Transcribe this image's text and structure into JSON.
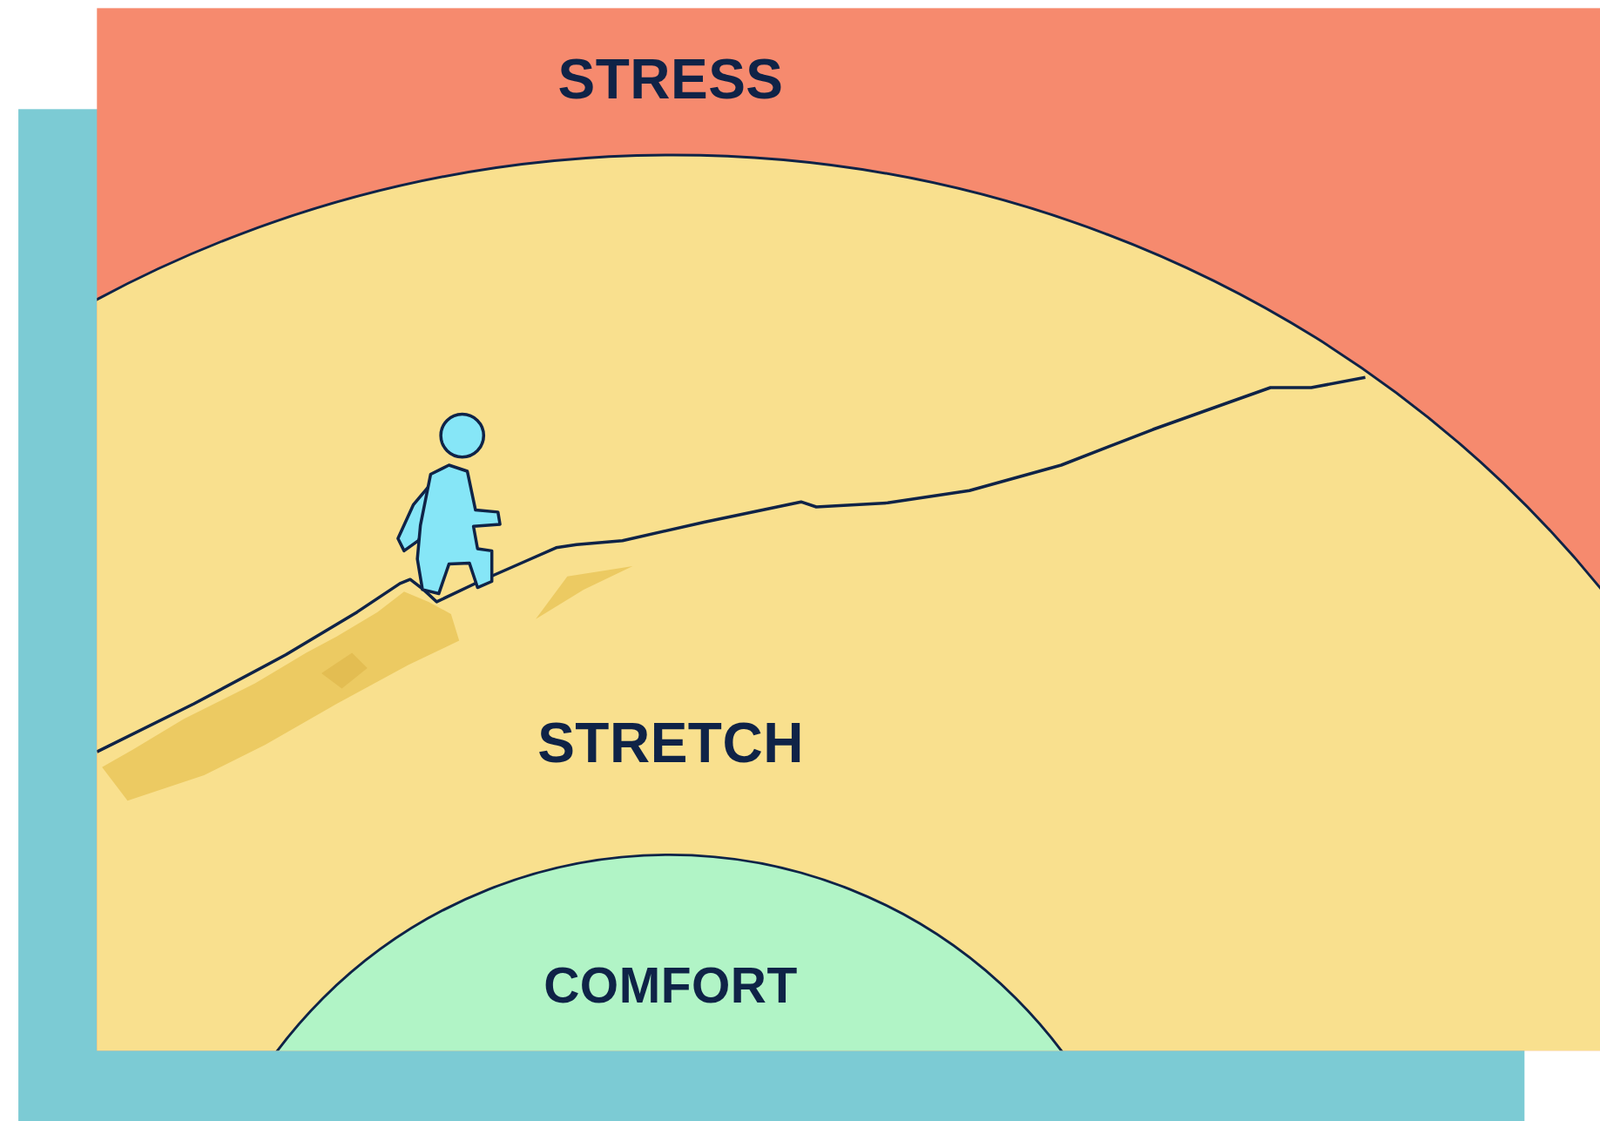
{
  "diagram": {
    "nodes": [
      {
        "text": [
          "STRESS"
        ]
      },
      {
        "text": [
          "STRETCH"
        ],
        "in": 0
      },
      {
        "text": [
          "COMFORT"
        ],
        "in": 1
      }
    ]
  }
}
